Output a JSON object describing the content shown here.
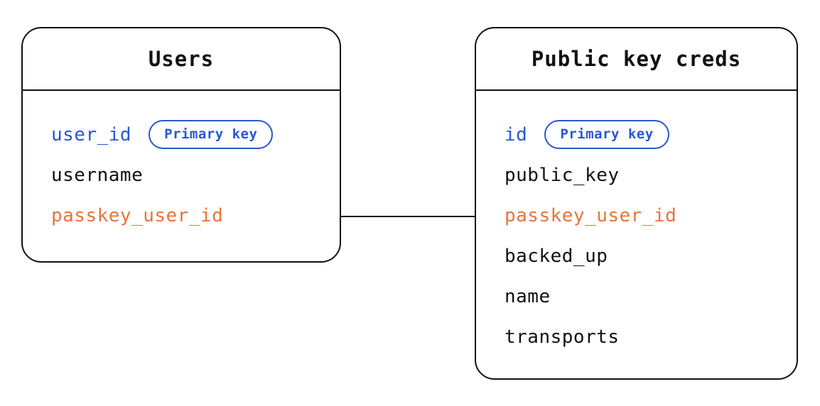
{
  "colors": {
    "background": "#ffffff",
    "border": "#111111",
    "text_default": "#111111",
    "primary_key_blue": "#2857d0",
    "foreign_key_orange": "#e8743c"
  },
  "tables": [
    {
      "title": "Users",
      "fields": [
        {
          "name": "user_id",
          "badge": "Primary key",
          "color": "#2857d0"
        },
        {
          "name": "username",
          "badge": "",
          "color": "#111111"
        },
        {
          "name": "passkey_user_id",
          "badge": "",
          "color": "#e8743c"
        }
      ]
    },
    {
      "title": "Public key creds",
      "fields": [
        {
          "name": "id",
          "badge": "Primary key",
          "color": "#2857d0"
        },
        {
          "name": "public_key",
          "badge": "",
          "color": "#111111"
        },
        {
          "name": "passkey_user_id",
          "badge": "",
          "color": "#e8743c"
        },
        {
          "name": "backed_up",
          "badge": "",
          "color": "#111111"
        },
        {
          "name": "name",
          "badge": "",
          "color": "#111111"
        },
        {
          "name": "transports",
          "badge": "",
          "color": "#111111"
        }
      ]
    }
  ],
  "relationship": {
    "from_table": "Users",
    "from_field": "passkey_user_id",
    "to_table": "Public key creds",
    "to_field": "passkey_user_id"
  }
}
